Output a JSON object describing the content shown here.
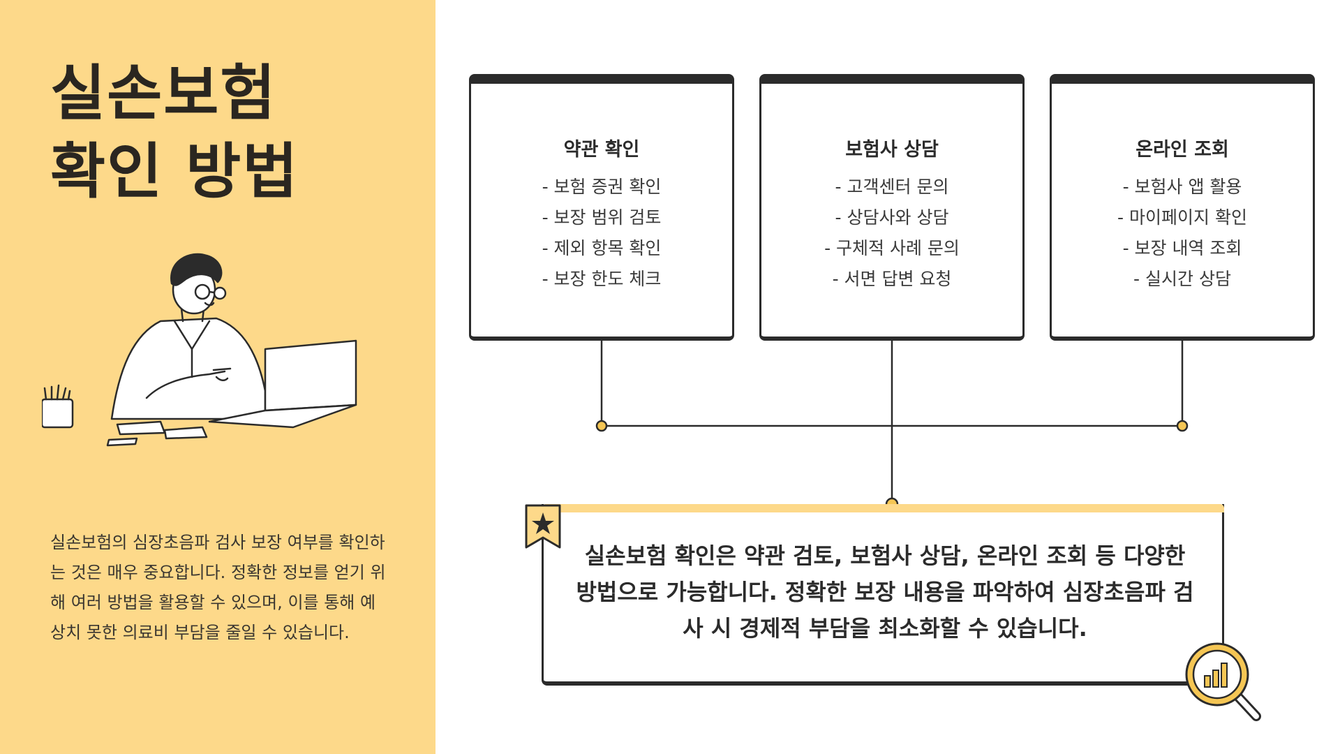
{
  "title": {
    "line1": "실손보험",
    "line2": "확인 방법"
  },
  "description": "실손보험의 심장초음파 검사 보장 여부를 확인하는 것은 매우 중요합니다. 정확한 정보를 얻기 위해 여러 방법을 활용할 수 있으며, 이를 통해 예상치 못한 의료비 부담을 줄일 수 있습니다.",
  "cards": [
    {
      "title": "약관 확인",
      "items": [
        "- 보험 증권 확인",
        "- 보장 범위 검토",
        "- 제외 항목 확인",
        "- 보장 한도 체크"
      ]
    },
    {
      "title": "보험사 상담",
      "items": [
        "- 고객센터 문의",
        "- 상담사와 상담",
        "- 구체적 사례 문의",
        "- 서면 답변 요청"
      ]
    },
    {
      "title": "온라인 조회",
      "items": [
        "- 보험사 앱 활용",
        "- 마이페이지 확인",
        "- 보장 내역 조회",
        "- 실시간 상담"
      ]
    }
  ],
  "summary": "실손보험 확인은 약관 검토, 보험사 상담, 온라인 조회 등 다양한 방법으로 가능합니다. 정확한 보장 내용을 파악하여 심장초음파 검사 시 경제적 부담을 최소화할 수 있습니다.",
  "colors": {
    "accent": "#fdd98a",
    "ink": "#2b2b2b",
    "node": "#f5c654"
  },
  "icons": {
    "ribbon": "star-ribbon-icon",
    "magnifier": "magnifier-chart-icon",
    "illustration": "man-with-laptop-illustration"
  }
}
